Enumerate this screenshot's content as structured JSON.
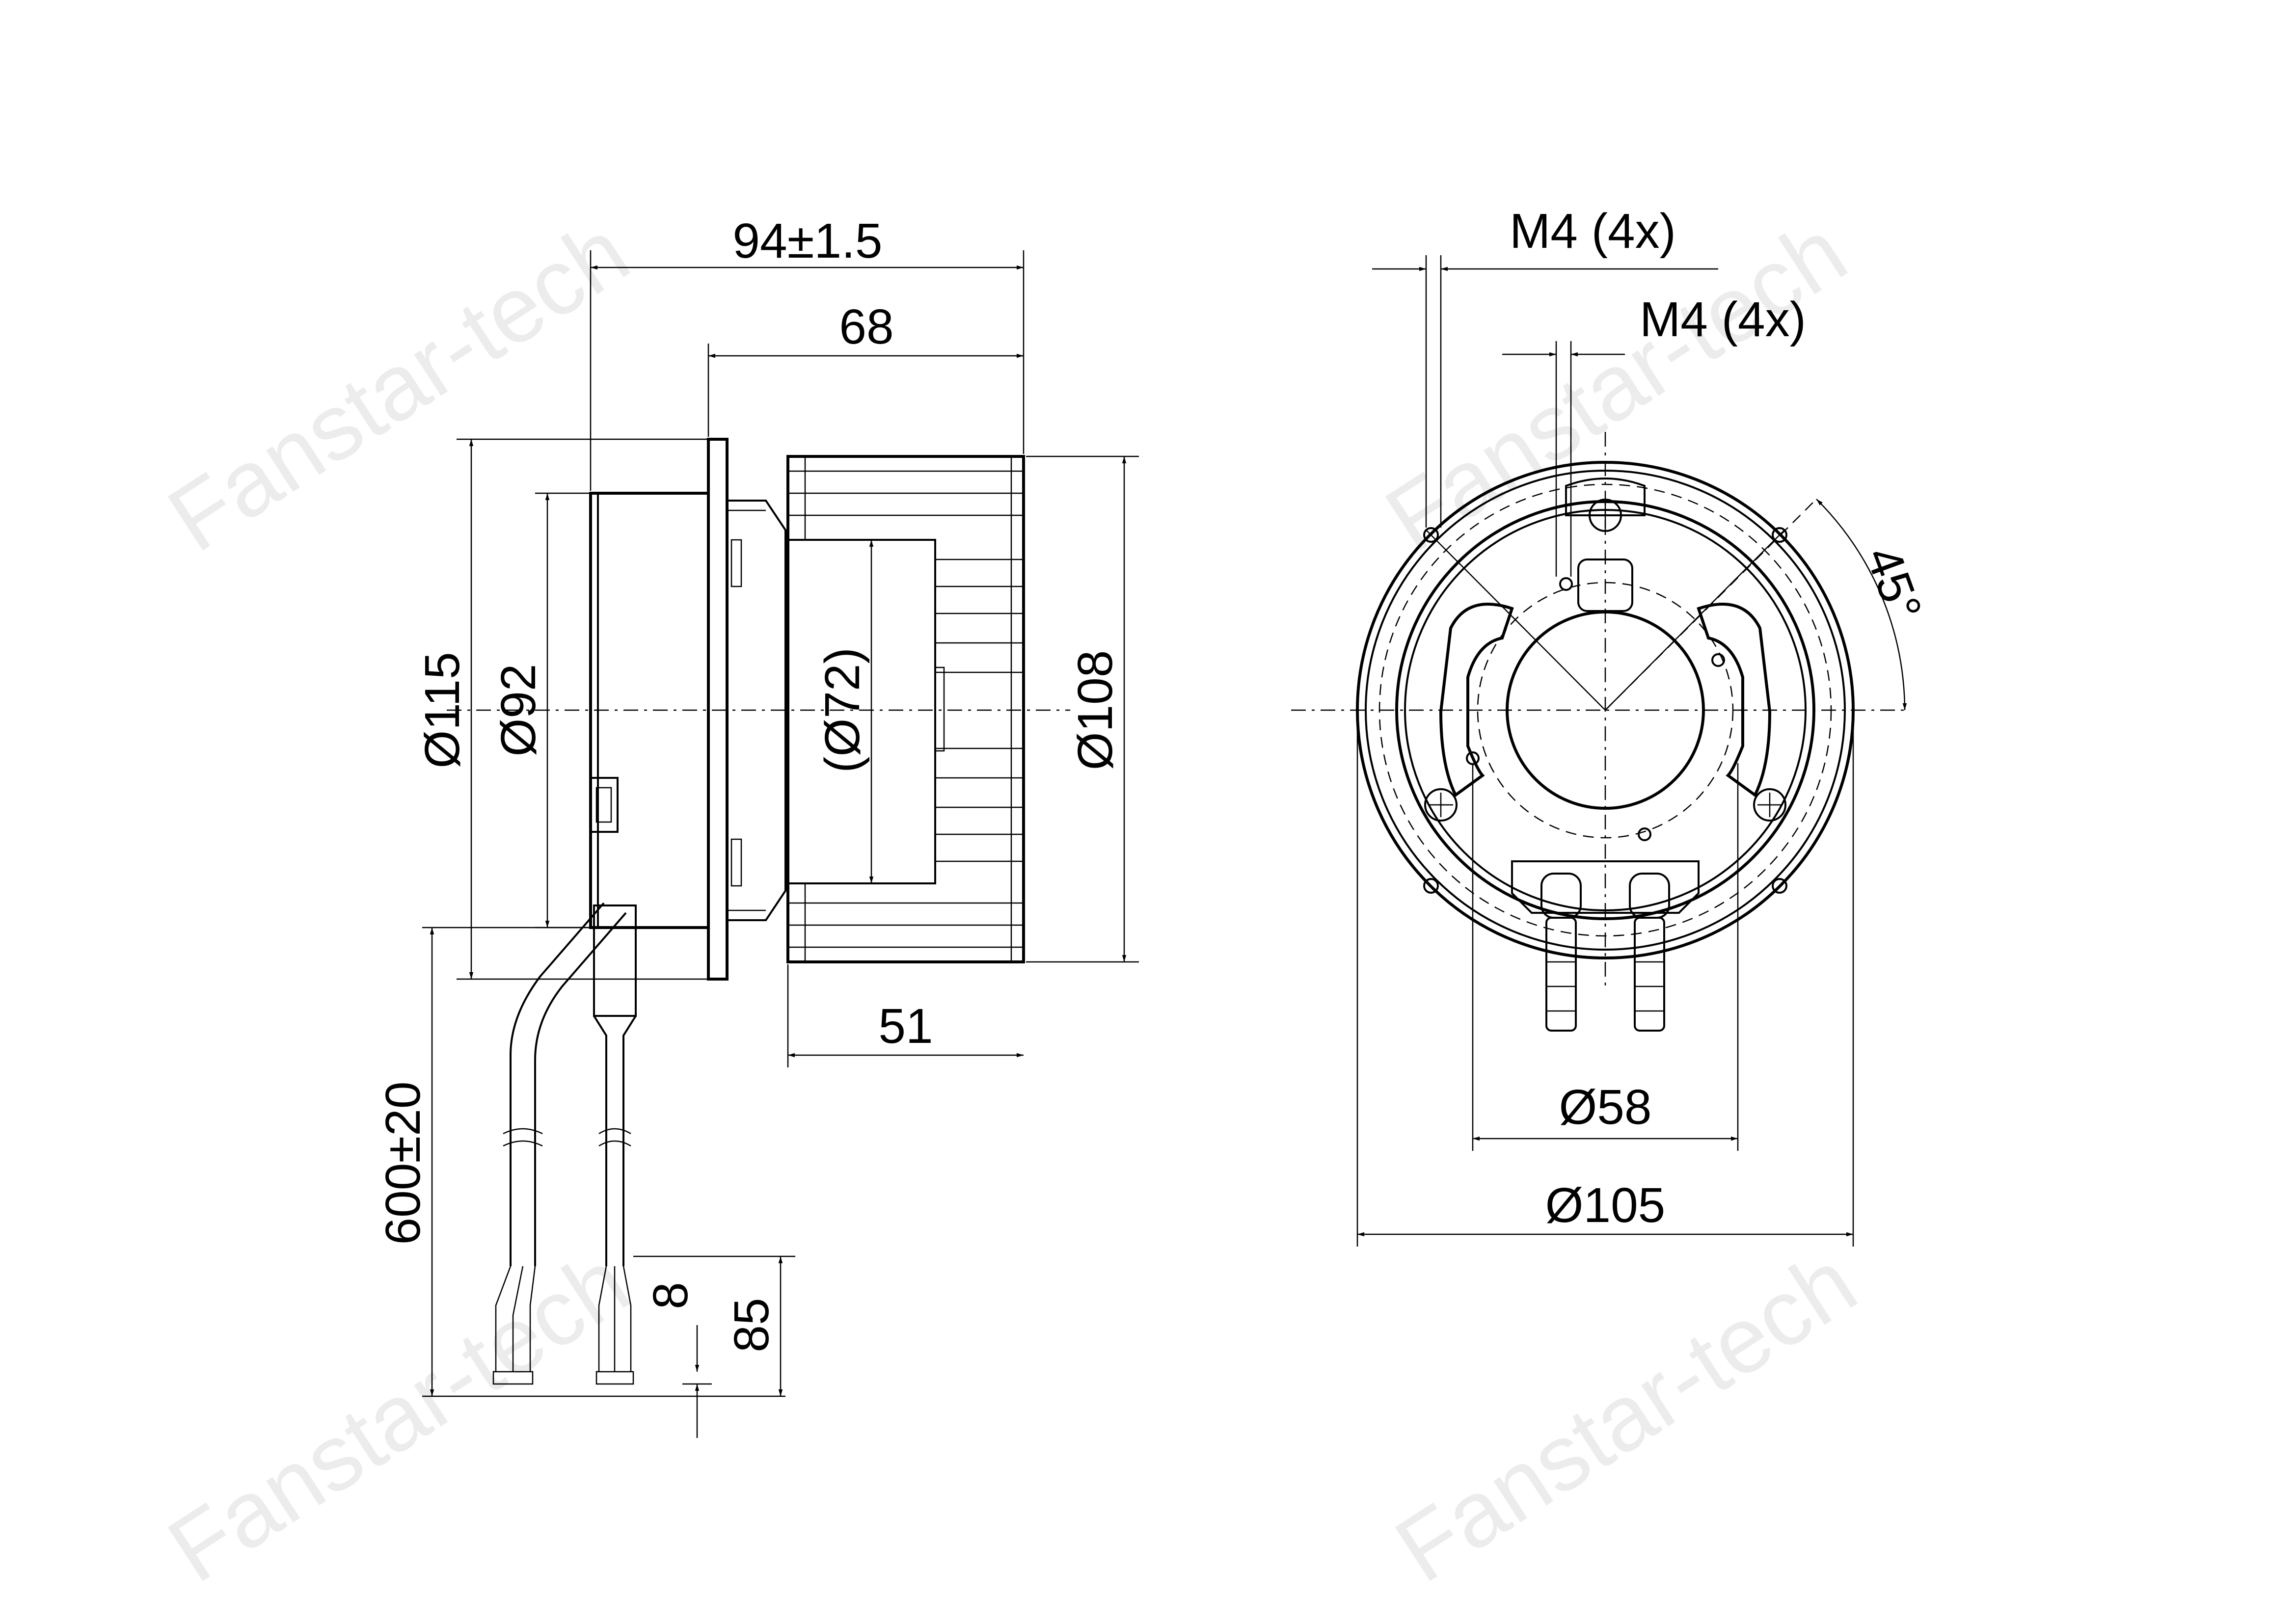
{
  "watermark": "Fanstar-tech",
  "side_view": {
    "overall_length": "94±1.5",
    "body_length": "68",
    "flange_diameter": "Ø115",
    "housing_diameter": "Ø92",
    "motor_diameter": "(Ø72)",
    "impeller_diameter": "Ø108",
    "impeller_width": "51",
    "cable_length": "600±20",
    "strip_length": "8",
    "lead_length": "85"
  },
  "front_view": {
    "thread_outer": "M4 (4x)",
    "thread_inner": "M4 (4x)",
    "angle": "45°",
    "bolt_circle_inner": "Ø58",
    "bolt_circle_outer": "Ø105"
  },
  "colors": {
    "line": "#000000",
    "watermark": "#ececec"
  }
}
